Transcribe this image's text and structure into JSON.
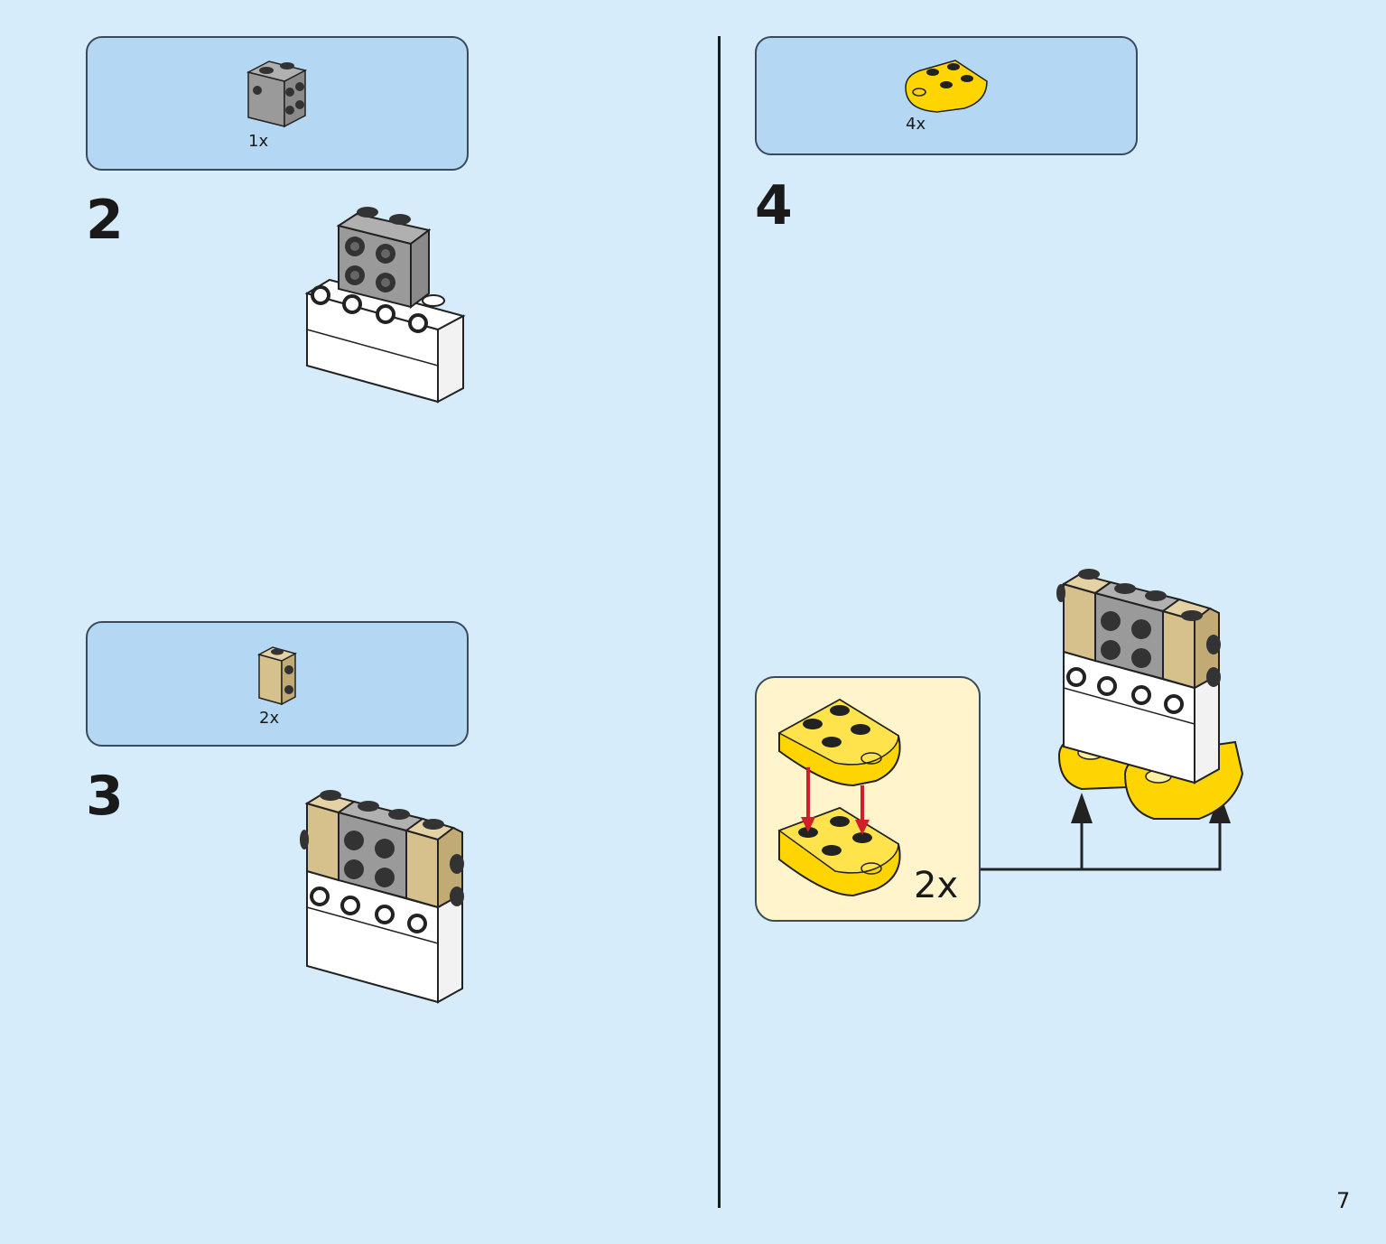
{
  "steps": [
    {
      "number": "2",
      "part_qty": "1x",
      "part_color": "#9a9a9a"
    },
    {
      "number": "3",
      "part_qty": "2x",
      "part_color": "#d6c08c"
    },
    {
      "number": "4",
      "part_qty": "4x",
      "part_color": "#ffd500",
      "sub_assembly_qty": "2x"
    }
  ],
  "page_number": "7",
  "colors": {
    "background": "#d6ecfa",
    "parts_box": "#b4d8f4",
    "sub_assembly_box": "#fff4cc",
    "arrow_red": "#d01f2a",
    "white_brick": "#ffffff",
    "gray_brick": "#9a9a9a",
    "tan_brick": "#d6c08c",
    "yellow_plate": "#ffd500"
  }
}
